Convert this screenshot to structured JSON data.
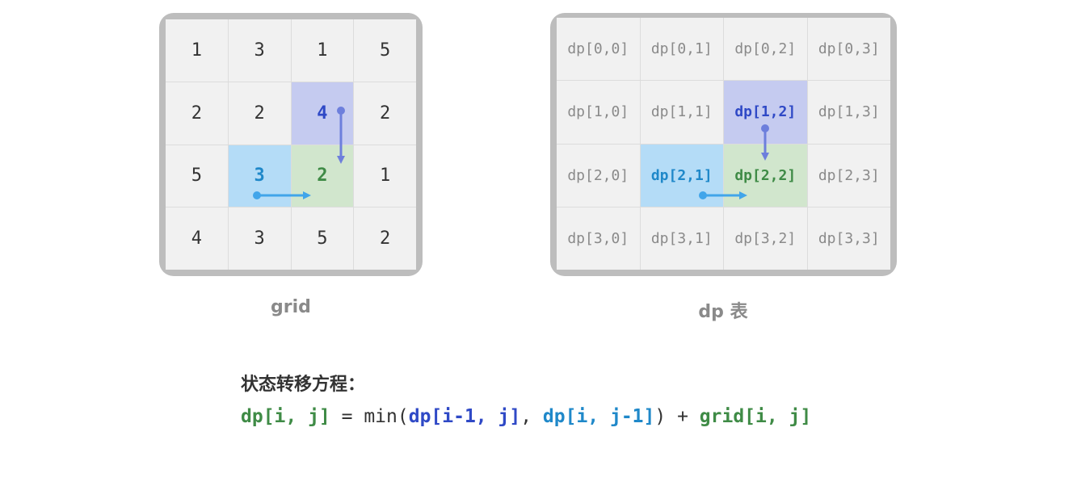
{
  "grid": {
    "caption": "grid",
    "rows": [
      [
        "1",
        "3",
        "1",
        "5"
      ],
      [
        "2",
        "2",
        "4",
        "2"
      ],
      [
        "5",
        "3",
        "2",
        "1"
      ],
      [
        "4",
        "3",
        "5",
        "2"
      ]
    ]
  },
  "dp": {
    "caption": "dp 表",
    "rows": [
      [
        "dp[0,0]",
        "dp[0,1]",
        "dp[0,2]",
        "dp[0,3]"
      ],
      [
        "dp[1,0]",
        "dp[1,1]",
        "dp[1,2]",
        "dp[1,3]"
      ],
      [
        "dp[2,0]",
        "dp[2,1]",
        "dp[2,2]",
        "dp[2,3]"
      ],
      [
        "dp[3,0]",
        "dp[3,1]",
        "dp[3,2]",
        "dp[3,3]"
      ]
    ]
  },
  "highlights": {
    "up": [
      1,
      2
    ],
    "left": [
      2,
      1
    ],
    "current": [
      2,
      2
    ]
  },
  "colors": {
    "up_fill": "#c5cbf0",
    "up_text": "#2f49c6",
    "up_arrow": "#6d7fdc",
    "left_fill": "#b4dcf7",
    "left_text": "#1f88c9",
    "left_arrow": "#41a5ea",
    "current_fill": "#d1e6cd",
    "current_text": "#3f8b46"
  },
  "equation": {
    "title": "状态转移方程：",
    "lhs": "dp[i, j]",
    "eq": " = min(",
    "term_up": "dp[i-1, j]",
    "comma": ", ",
    "term_left": "dp[i, j-1]",
    "close": ") + ",
    "term_grid": "grid[i, j]"
  }
}
